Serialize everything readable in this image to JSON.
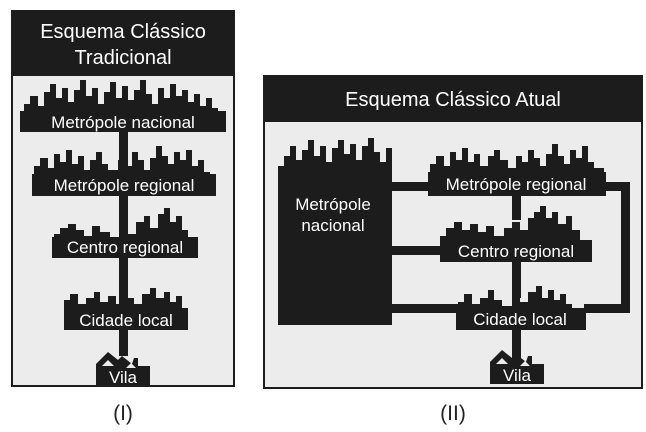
{
  "panel_1": {
    "title_line1": "Esquema Clássico",
    "title_line2": "Tradicional",
    "levels": [
      "Metrópole nacional",
      "Metrópole regional",
      "Centro regional",
      "Cidade local",
      "Vila"
    ],
    "caption": "(I)"
  },
  "panel_2": {
    "title": "Esquema Clássico Atual",
    "national_line1": "Metrópole",
    "national_line2": "nacional",
    "levels": [
      "Metrópole regional",
      "Centro regional",
      "Cidade local",
      "Vila"
    ],
    "caption": "(II)"
  },
  "colors": {
    "ink": "#1c1c1c",
    "panel_fill": "#ececec",
    "background": "#ffffff"
  }
}
